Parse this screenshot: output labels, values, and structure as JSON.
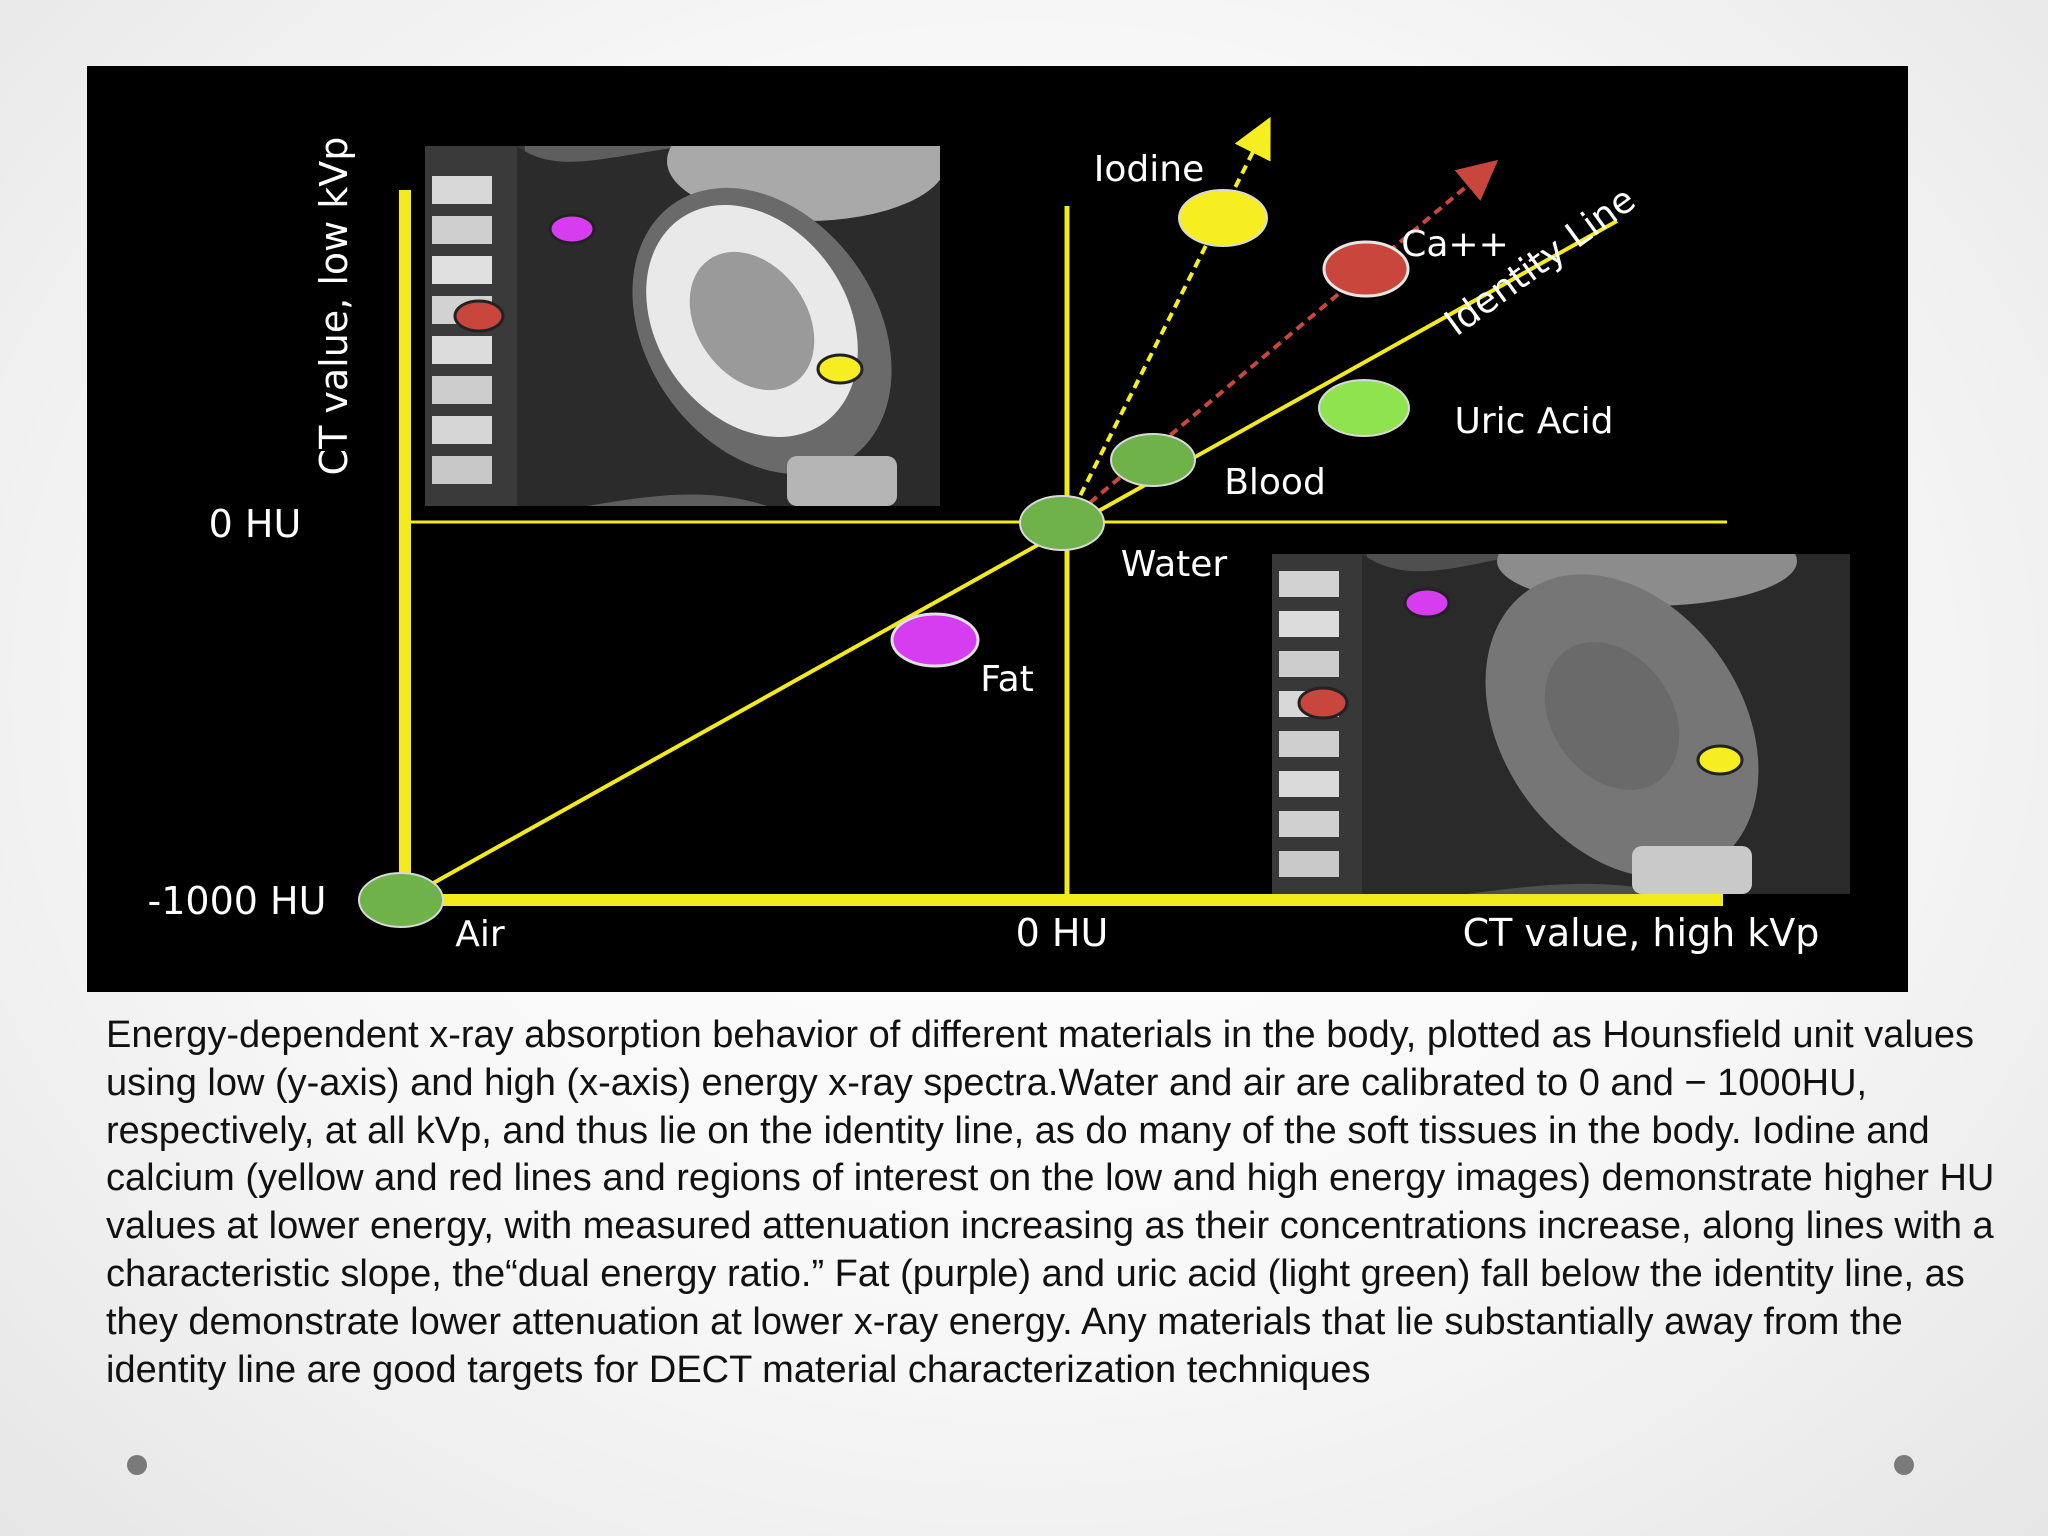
{
  "diagram": {
    "y_axis_title": "CT value, low kVp",
    "x_axis_title": "CT value, high kVp",
    "y_tick_zero": "0 HU",
    "y_tick_min": "-1000 HU",
    "x_tick_zero": "0 HU",
    "identity_line_label": "Identity Line",
    "materials": {
      "air": "Air",
      "water": "Water",
      "fat": "Fat",
      "blood": "Blood",
      "uric_acid": "Uric Acid",
      "iodine": "Iodine",
      "calcium": "Ca++"
    },
    "colors": {
      "axis_yellow": "#f2ea1c",
      "iodine_yellow": "#f7ee21",
      "calcium_red": "#c9463d",
      "fat_purple": "#d63cf0",
      "uric_acid_lightgreen": "#8fe34f",
      "tissue_green": "#6fb24a"
    },
    "insets": {
      "low_kvp_image": "ct-kidney-low-kvp",
      "high_kvp_image": "ct-kidney-high-kvp"
    }
  },
  "caption": "Energy-dependent x-ray absorption behavior of different materials in the body, plotted as Hounsfield unit values using low (y-axis) and high (x-axis) energy x-ray spectra.Water and air are calibrated to 0 and − 1000HU, respectively, at all kVp, and thus lie on the identity line, as do many of the soft tissues in the body. Iodine and calcium (yellow and red lines and regions of interest on the low and high energy images) demonstrate higher HU values at lower energy, with measured attenuation increasing as their concentrations increase, along lines with a characteristic slope, the“dual energy ratio.” Fat (purple) and uric acid (light green) fall below the identity line, as they demonstrate lower attenuation at lower x-ray energy. Any materials that lie substantially away from the identity line are good targets for DECT material characterization techniques"
}
